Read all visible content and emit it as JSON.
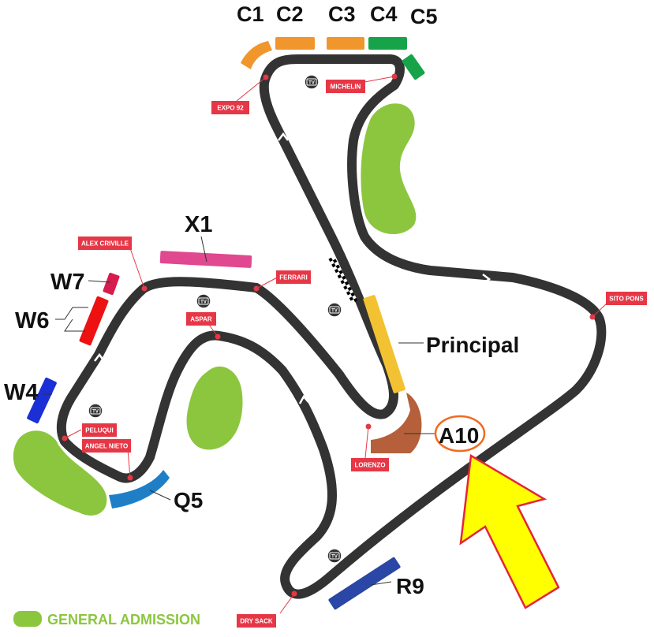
{
  "colors": {
    "track": "#333333",
    "track_edge": "#ffffff",
    "grass": "#8cc63f",
    "corner_label": "#e63746",
    "highlight": "#f26a21",
    "arrow_fill": "#ffff00",
    "arrow_stroke": "#e5243a",
    "stand_orange": "#f0962c",
    "stand_green": "#16a34a",
    "stand_pink": "#e0488f",
    "stand_crimson": "#d61b4e",
    "stand_red": "#ee1111",
    "stand_blue": "#1a2fd6",
    "stand_lightblue": "#1e7fc7",
    "stand_yellow": "#f2c233",
    "stand_brown": "#b5603a",
    "stand_navy": "#2a46a6"
  },
  "stands": {
    "c1": "C1",
    "c2": "C2",
    "c3": "C3",
    "c4": "C4",
    "c5": "C5",
    "x1": "X1",
    "w7": "W7",
    "w6": "W6",
    "w4": "W4",
    "principal": "Principal",
    "a10": "A10",
    "q5": "Q5",
    "r9": "R9"
  },
  "corners": {
    "expo92": "EXPO 92",
    "michelin": "MICHELIN",
    "alex_criville": "ALEX CRIVILLE",
    "ferrari": "FERRARI",
    "aspar": "ASPAR",
    "sito_pons": "SITO PONS",
    "peluqui": "PELUQUI",
    "angel_nieto": "ANGEL NIETO",
    "lorenzo": "LORENZO",
    "dry_sack": "DRY SACK"
  },
  "tv_label": "TV",
  "icons": {
    "tv": "tv-icon",
    "arrow": "arrow-pointer-icon",
    "chevron": "direction-chevron-icon",
    "finish": "checkered-line-icon"
  },
  "legend": {
    "general_admission": "GENERAL ADMISSION"
  }
}
